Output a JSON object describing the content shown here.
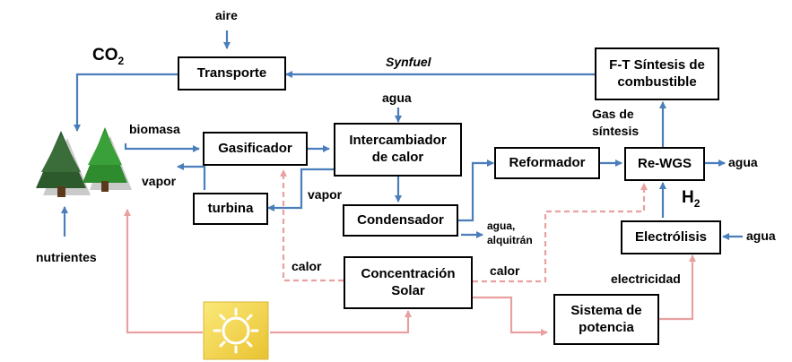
{
  "boxes": {
    "transporte": "Transporte",
    "ft_line1": "F-T Síntesis de",
    "ft_line2": "combustible",
    "gasificador": "Gasificador",
    "intercambiador_line1": "Intercambiador",
    "intercambiador_line2": "de calor",
    "reformador": "Reformador",
    "rewgs": "Re-WGS",
    "turbina": "turbina",
    "condensador": "Condensador",
    "electrolisis": "Electrólisis",
    "concentracion_line1": "Concentración",
    "concentracion_line2": "Solar",
    "potencia_line1": "Sistema de",
    "potencia_line2": "potencia"
  },
  "labels": {
    "aire": "aire",
    "co2_main": "CO",
    "co2_sub": "2",
    "synfuel": "Synfuel",
    "biomasa": "biomasa",
    "vapor_left": "vapor",
    "vapor_right": "vapor",
    "agua_top": "agua",
    "gas_sintesis_line1": "Gas de",
    "gas_sintesis_line2": "síntesis",
    "agua_rewgs": "agua",
    "h2_main": "H",
    "h2_sub": "2",
    "agua_cond_line1": "agua,",
    "agua_cond_line2": "alquitrán",
    "agua_elec": "agua",
    "nutrientes": "nutrientes",
    "calor_left": "calor",
    "calor_right": "calor",
    "electricidad": "electricidad"
  },
  "icons": {
    "trees": "pine-trees-icon",
    "sun": "sun-icon"
  },
  "colors": {
    "blue_flow": "#4a7ebb",
    "pink_flow": "#e8a0a0",
    "tree_dark": "#2d5a2d",
    "tree_light": "#2e8b2e",
    "sun_bg": "#f2d64b",
    "box_border": "#000000"
  }
}
